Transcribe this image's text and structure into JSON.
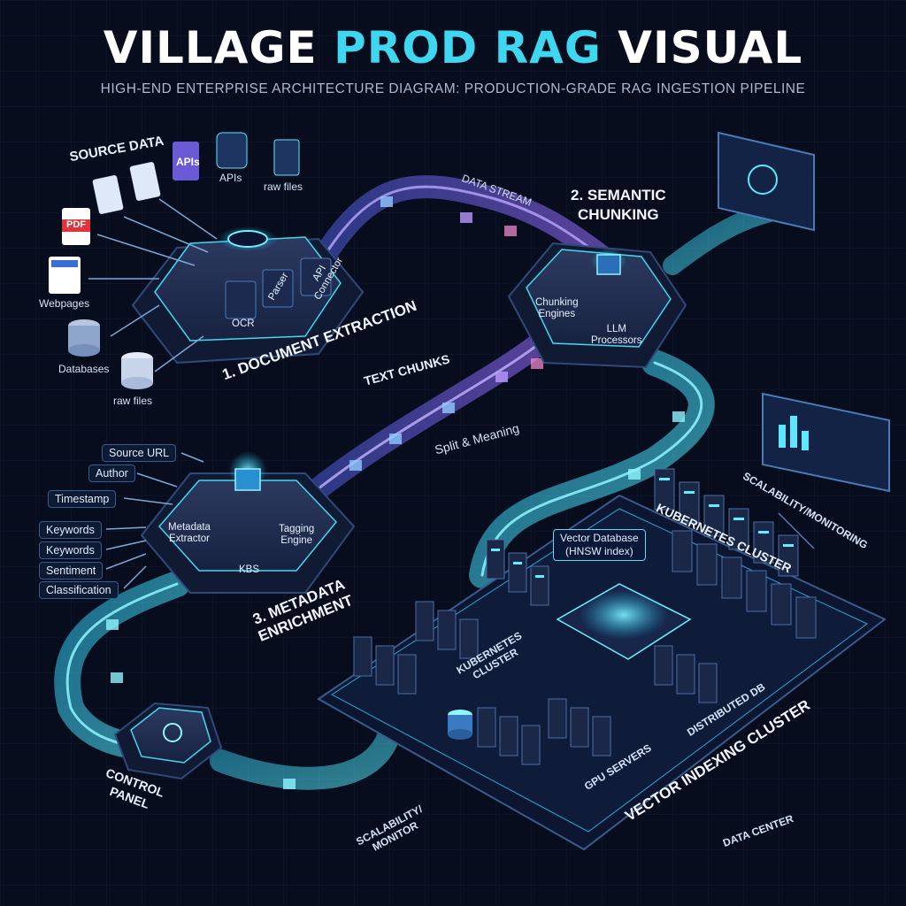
{
  "title": {
    "part1": "VILLAGE ",
    "part2": "PROD RAG",
    "part3": " VISUAL"
  },
  "subtitle": "HIGH-END ENTERPRISE ARCHITECTURE DIAGRAM: PRODUCTION-GRADE RAG INGESTION PIPELINE",
  "sources": {
    "heading": "SOURCE DATA",
    "apis_doc": "APIs",
    "apis": "APIs",
    "raw_files_top": "raw files",
    "pdf": "PDF",
    "webpages": "Webpages",
    "databases": "Databases",
    "raw_files": "raw files"
  },
  "stage1": {
    "label": "1. DOCUMENT EXTRACTION",
    "ocr": "OCR",
    "parser": "Parser",
    "api_line1": "API",
    "api_line2": "Connector"
  },
  "stream": {
    "data_stream": "DATA STREAM",
    "text_chunks": "TEXT CHUNKS",
    "split": "Split & Meaning"
  },
  "stage2": {
    "label_line1": "2. SEMANTIC",
    "label_line2": "CHUNKING",
    "chunking_line1": "Chunking",
    "chunking_line2": "Engines",
    "llm_line1": "LLM",
    "llm_line2": "Processors"
  },
  "metadata_tags": [
    "Source URL",
    "Author",
    "Timestamp",
    "Keywords",
    "Keywords",
    "Sentiment",
    "Classification"
  ],
  "stage3": {
    "label_line1": "3. METADATA",
    "label_line2": "ENRICHMENT",
    "extractor_line1": "Metadata",
    "extractor_line2": "Extractor",
    "tagging_line1": "Tagging",
    "tagging_line2": "Engine",
    "kbs": "KBS"
  },
  "vector_db": {
    "line1": "Vector Database",
    "line2": "(HNSW index)"
  },
  "cluster": {
    "k8s_main": "KUBERNETES CLUSTER",
    "k8s_small_line1": "KUBERNETES",
    "k8s_small_line2": "CLUSTER",
    "distributed_db": "DISTRIBUTED DB",
    "gpu_servers": "GPU SERVERS",
    "vector_indexing": "VECTOR INDEXING CLUSTER",
    "data_center": "DATA CENTER"
  },
  "monitoring": {
    "top": "SCALABILITY/MONITORING",
    "bottom_line1": "SCALABILITY/",
    "bottom_line2": "MONITOR"
  },
  "control": {
    "line1": "CONTROL",
    "line2": "PANEL"
  },
  "colors": {
    "background": "#070d1c",
    "accent_cyan": "#3fd6f0",
    "accent_purple": "#8a6cff",
    "panel": "#1a2440"
  }
}
